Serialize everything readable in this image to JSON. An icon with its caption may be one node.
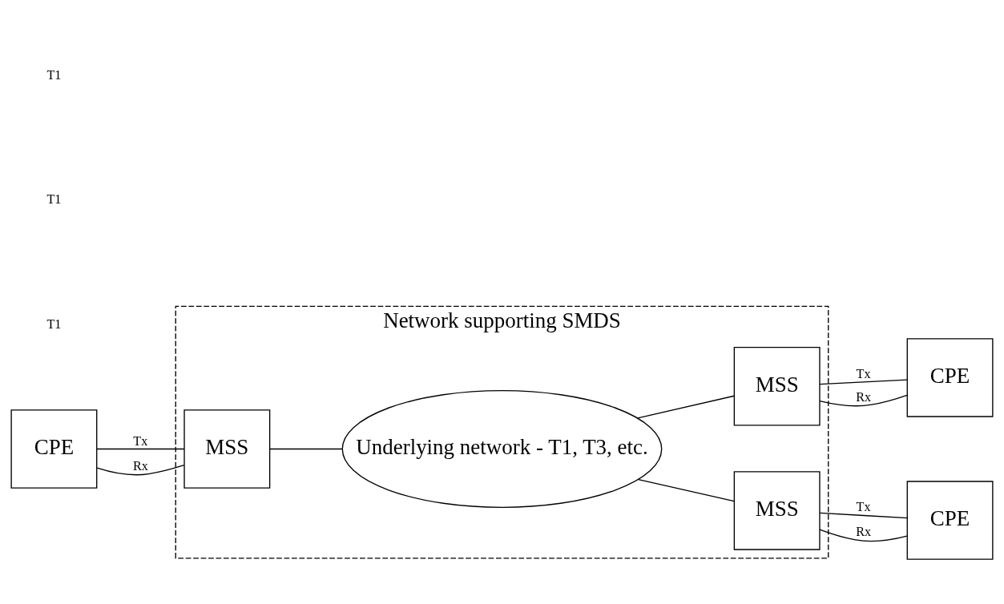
{
  "diagram": {
    "nodes": [
      {
        "text": [
          "Network supporting SMDS"
        ]
      },
      {
        "text": [
          "CPE"
        ]
      },
      {
        "text": [
          "MSS"
        ],
        "in": 0
      },
      {
        "text": [
          "Underlying network - T1, T3, etc."
        ],
        "in": 0
      },
      {
        "text": [
          "MSS"
        ],
        "in": 0
      },
      {
        "text": [
          "CPE"
        ]
      },
      {
        "text": [
          "MSS"
        ],
        "in": 0
      },
      {
        "text": [
          "CPE"
        ]
      }
    ],
    "edges": [
      {
        "from": 1,
        "to": 2,
        "arrow": "none",
        "label": "Tx"
      },
      {
        "from": 1,
        "to": 2,
        "arrow": "none",
        "label": "Rx"
      },
      {
        "from": 2,
        "to": 3,
        "arrow": "none"
      },
      {
        "from": 3,
        "to": 4,
        "arrow": "none"
      },
      {
        "from": 3,
        "to": 6,
        "arrow": "none"
      },
      {
        "from": 4,
        "to": 5,
        "arrow": "none",
        "label": "Tx"
      },
      {
        "from": 4,
        "to": 5,
        "arrow": "none",
        "label": "Rx"
      },
      {
        "from": 6,
        "to": 7,
        "arrow": "none",
        "label": "Tx"
      },
      {
        "from": 6,
        "to": 7,
        "arrow": "none",
        "label": "Rx"
      }
    ],
    "labels": [
      "T1",
      "T1",
      "T1"
    ]
  }
}
